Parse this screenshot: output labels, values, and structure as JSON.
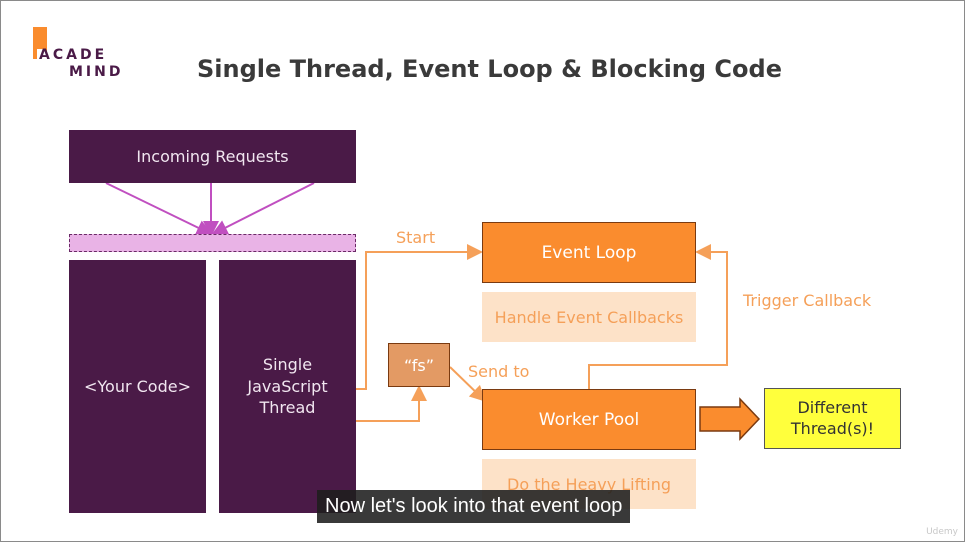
{
  "logo": {
    "line1": "ACADE",
    "line2": "MIND"
  },
  "title": "Single Thread, Event Loop & Blocking Code",
  "diagram": {
    "incoming_requests": "Incoming Requests",
    "your_code": "<Your Code>",
    "single_thread": "Single JavaScript Thread",
    "fs": "“fs”",
    "event_loop": "Event Loop",
    "handle_callbacks": "Handle Event Callbacks",
    "worker_pool": "Worker Pool",
    "heavy_lifting": "Do the Heavy Lifting",
    "different_threads": "Different Thread(s)!",
    "label_start": "Start",
    "label_send_to": "Send to",
    "label_trigger_callback": "Trigger Callback"
  },
  "caption": "Now let's look into that event loop",
  "watermark": "Udemy",
  "colors": {
    "purple": "#4a1a47",
    "orange": "#fa8c2e",
    "light_orange": "#fde2c8",
    "pink": "#e9b3e6",
    "yellow": "#ffff3c"
  }
}
